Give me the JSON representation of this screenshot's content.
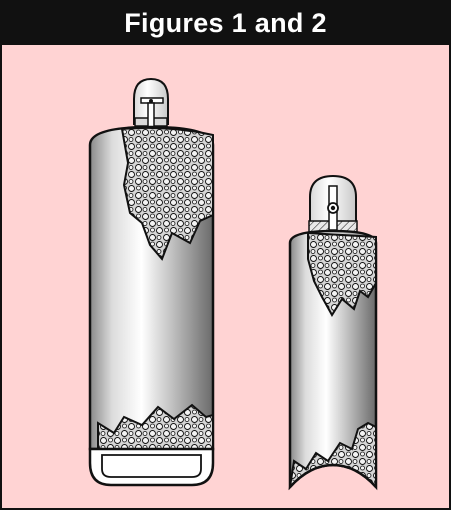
{
  "title": "Figures 1 and 2",
  "colors": {
    "background": "#ffd3d3",
    "title_bar": "#111111",
    "title_text": "#ffffff",
    "outline": "#111111",
    "metal_light": "#f7f7f7",
    "metal_dark": "#6f6f6f",
    "porous_fill": "#cfcfcf"
  },
  "figures": [
    {
      "id": "figure-1",
      "subject": "tall-cylinder-with-valve"
    },
    {
      "id": "figure-2",
      "subject": "short-cylinder-with-valve"
    }
  ]
}
